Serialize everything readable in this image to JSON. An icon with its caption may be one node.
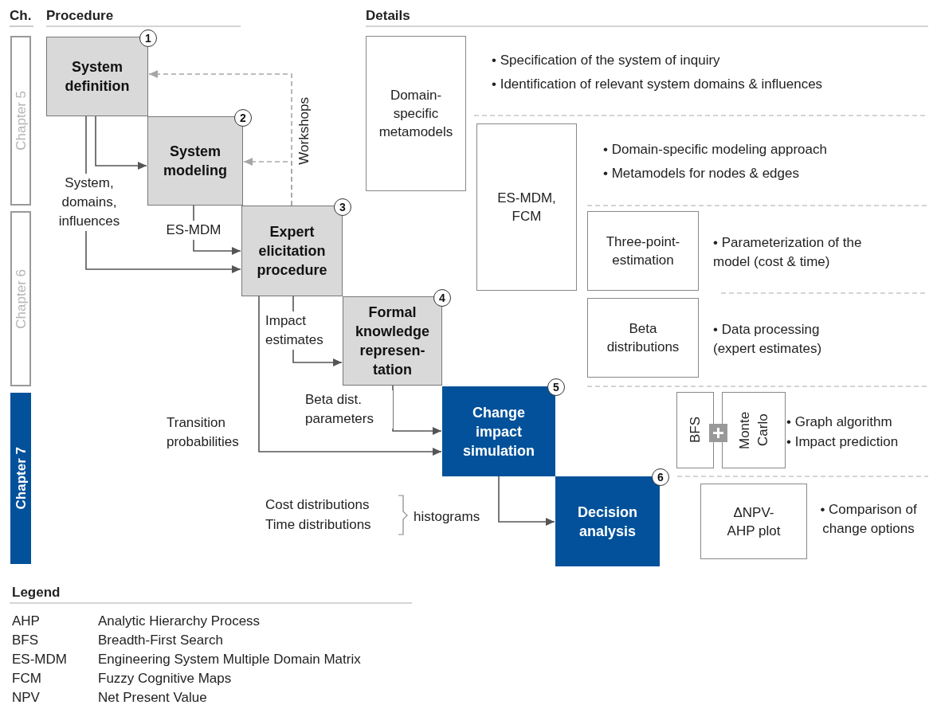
{
  "diagram": {
    "nodes": [
      {
        "text": [
          "Chapter 5"
        ]
      },
      {
        "text": [
          "Chapter 6"
        ]
      },
      {
        "text": [
          "Chapter 7"
        ]
      },
      {
        "text": [
          "1",
          "System definition"
        ]
      },
      {
        "text": [
          "2",
          "System modeling"
        ]
      },
      {
        "text": [
          "3",
          "Expert elicitation procedure"
        ]
      },
      {
        "text": [
          "4",
          "Formal knowledge represen- tation"
        ]
      },
      {
        "text": [
          "5",
          "Change impact simulation"
        ]
      },
      {
        "text": [
          "6",
          "Decision analysis"
        ]
      },
      {
        "text": [
          "Domain-specific metamodels"
        ],
        "beside": [
          "• Specification of the system of inquiry",
          "• Identification of relevant system domains & influences"
        ]
      },
      {
        "text": [
          "ES-MDM, FCM"
        ],
        "beside": [
          "• Domain-specific modeling approach",
          "• Metamodels for nodes & edges"
        ]
      },
      {
        "text": [
          "Three-point-estimation"
        ],
        "beside": [
          "• Parameterization of the model (cost & time)"
        ]
      },
      {
        "text": [
          "Beta distributions"
        ],
        "beside": [
          "• Data processing (expert estimates)"
        ]
      },
      {
        "text": [
          "BFS"
        ]
      },
      {
        "text": [
          "Monte Carlo"
        ],
        "beside": [
          "• Graph algorithm",
          "• Impact prediction"
        ]
      },
      {
        "text": [
          "ΔNPV-AHP plot"
        ],
        "beside": [
          "• Comparison of change options"
        ]
      }
    ],
    "edges": [
      {
        "from": 3,
        "to": 4,
        "arrow": "to"
      },
      {
        "from": 3,
        "to": 5,
        "arrow": "to",
        "label": "System, domains, influences"
      },
      {
        "from": 4,
        "to": 5,
        "arrow": "to",
        "label": "ES-MDM"
      },
      {
        "from": 5,
        "to": 6,
        "arrow": "to",
        "label": "Impact estimates"
      },
      {
        "from": 5,
        "to": 7,
        "arrow": "to",
        "label": "Transition probabilities"
      },
      {
        "from": 6,
        "to": 7,
        "arrow": "to",
        "label": "Beta dist. parameters"
      },
      {
        "from": 7,
        "to": 8,
        "arrow": "to",
        "label": "histograms"
      },
      {
        "from": 5,
        "to": 3,
        "arrow": "to",
        "style": "dashed",
        "color": "#a6a6a6",
        "label": "Workshops"
      },
      {
        "from": 5,
        "to": 4,
        "arrow": "to",
        "style": "dashed",
        "color": "#a6a6a6"
      }
    ],
    "labels": [
      "Ch.",
      "Procedure",
      "Details",
      "Cost distributions",
      "Time distributions",
      "Legend",
      "AHP",
      "Analytic Hierarchy Process",
      "BFS",
      "Breadth-First Search",
      "ES-MDM",
      "Engineering System Multiple Domain Matrix",
      "FCM",
      "Fuzzy Cognitive Maps",
      "NPV",
      "Net Present Value"
    ]
  }
}
